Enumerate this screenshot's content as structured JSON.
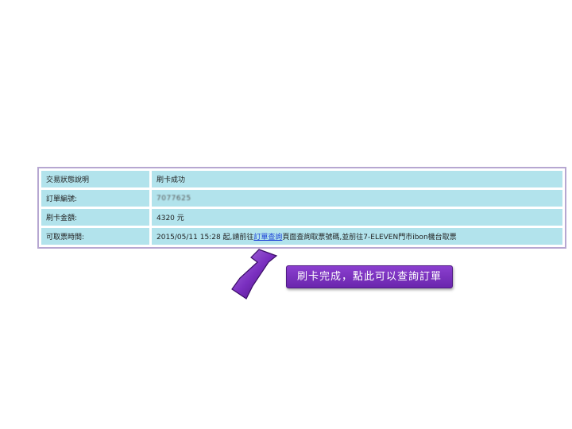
{
  "transaction": {
    "rows": [
      {
        "label": "交易狀態說明",
        "value": "刷卡成功"
      },
      {
        "label": "訂單編號:",
        "value": "7077625"
      },
      {
        "label": "刷卡金額:",
        "value": "4320 元"
      },
      {
        "label": "可取票時間:"
      }
    ],
    "pickup": {
      "prefix": "2015/05/11 15:28 起,請前往",
      "link": "訂單查詢",
      "suffix": "頁面查詢取票號碼,並前往7-ELEVEN門市ibon機台取票"
    }
  },
  "annotation": {
    "callout_text": "刷卡完成，點此可以查詢訂單",
    "arrow_icon": "up-arrow-icon",
    "colors": {
      "fill": "#7a2fc0",
      "border": "#4e1a82",
      "table_cell": "#b2e3ec",
      "table_border": "#b6a7d1"
    }
  }
}
